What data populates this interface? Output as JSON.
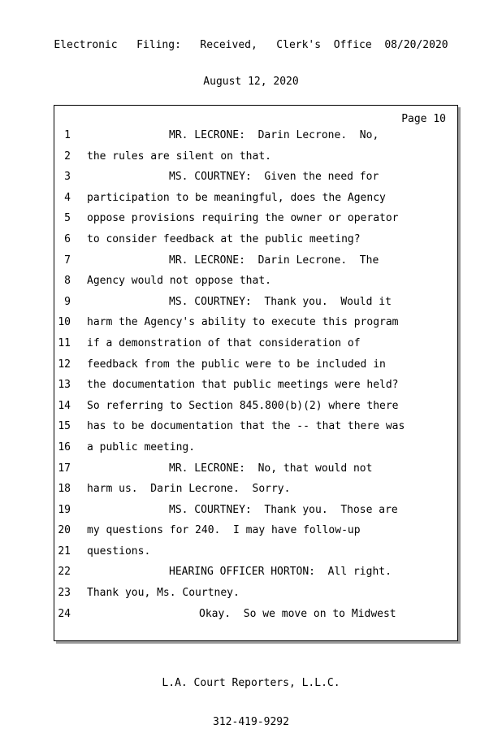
{
  "header": {
    "filing_line": "Electronic   Filing:   Received,   Clerk's  Office  08/20/2020",
    "date_line": "August 12, 2020"
  },
  "page": {
    "page_number_label": "Page 10",
    "lines": [
      {
        "num": "1",
        "indent": "speaker",
        "text": "MR. LECRONE:  Darin Lecrone.  No,"
      },
      {
        "num": "2",
        "indent": "none",
        "text": "the rules are silent on that."
      },
      {
        "num": "3",
        "indent": "speaker",
        "text": "MS. COURTNEY:  Given the need for"
      },
      {
        "num": "4",
        "indent": "none",
        "text": "participation to be meaningful, does the Agency"
      },
      {
        "num": "5",
        "indent": "none",
        "text": "oppose provisions requiring the owner or operator"
      },
      {
        "num": "6",
        "indent": "none",
        "text": "to consider feedback at the public meeting?"
      },
      {
        "num": "7",
        "indent": "speaker",
        "text": "MR. LECRONE:  Darin Lecrone.  The"
      },
      {
        "num": "8",
        "indent": "none",
        "text": "Agency would not oppose that."
      },
      {
        "num": "9",
        "indent": "speaker",
        "text": "MS. COURTNEY:  Thank you.  Would it"
      },
      {
        "num": "10",
        "indent": "none",
        "text": "harm the Agency's ability to execute this program"
      },
      {
        "num": "11",
        "indent": "none",
        "text": "if a demonstration of that consideration of"
      },
      {
        "num": "12",
        "indent": "none",
        "text": "feedback from the public were to be included in"
      },
      {
        "num": "13",
        "indent": "none",
        "text": "the documentation that public meetings were held?"
      },
      {
        "num": "14",
        "indent": "none",
        "text": "So referring to Section 845.800(b)(2) where there"
      },
      {
        "num": "15",
        "indent": "none",
        "text": "has to be documentation that the -- that there was"
      },
      {
        "num": "16",
        "indent": "none",
        "text": "a public meeting."
      },
      {
        "num": "17",
        "indent": "speaker",
        "text": "MR. LECRONE:  No, that would not"
      },
      {
        "num": "18",
        "indent": "none",
        "text": "harm us.  Darin Lecrone.  Sorry."
      },
      {
        "num": "19",
        "indent": "speaker",
        "text": "MS. COURTNEY:  Thank you.  Those are"
      },
      {
        "num": "20",
        "indent": "none",
        "text": "my questions for 240.  I may have follow-up"
      },
      {
        "num": "21",
        "indent": "none",
        "text": "questions."
      },
      {
        "num": "22",
        "indent": "speaker",
        "text": "HEARING OFFICER HORTON:  All right."
      },
      {
        "num": "23",
        "indent": "none",
        "text": "Thank you, Ms. Courtney."
      },
      {
        "num": "24",
        "indent": "deep",
        "text": "Okay.  So we move on to Midwest"
      }
    ]
  },
  "footer": {
    "company": "L.A. Court Reporters, L.L.C.",
    "phone": "312-419-9292"
  }
}
